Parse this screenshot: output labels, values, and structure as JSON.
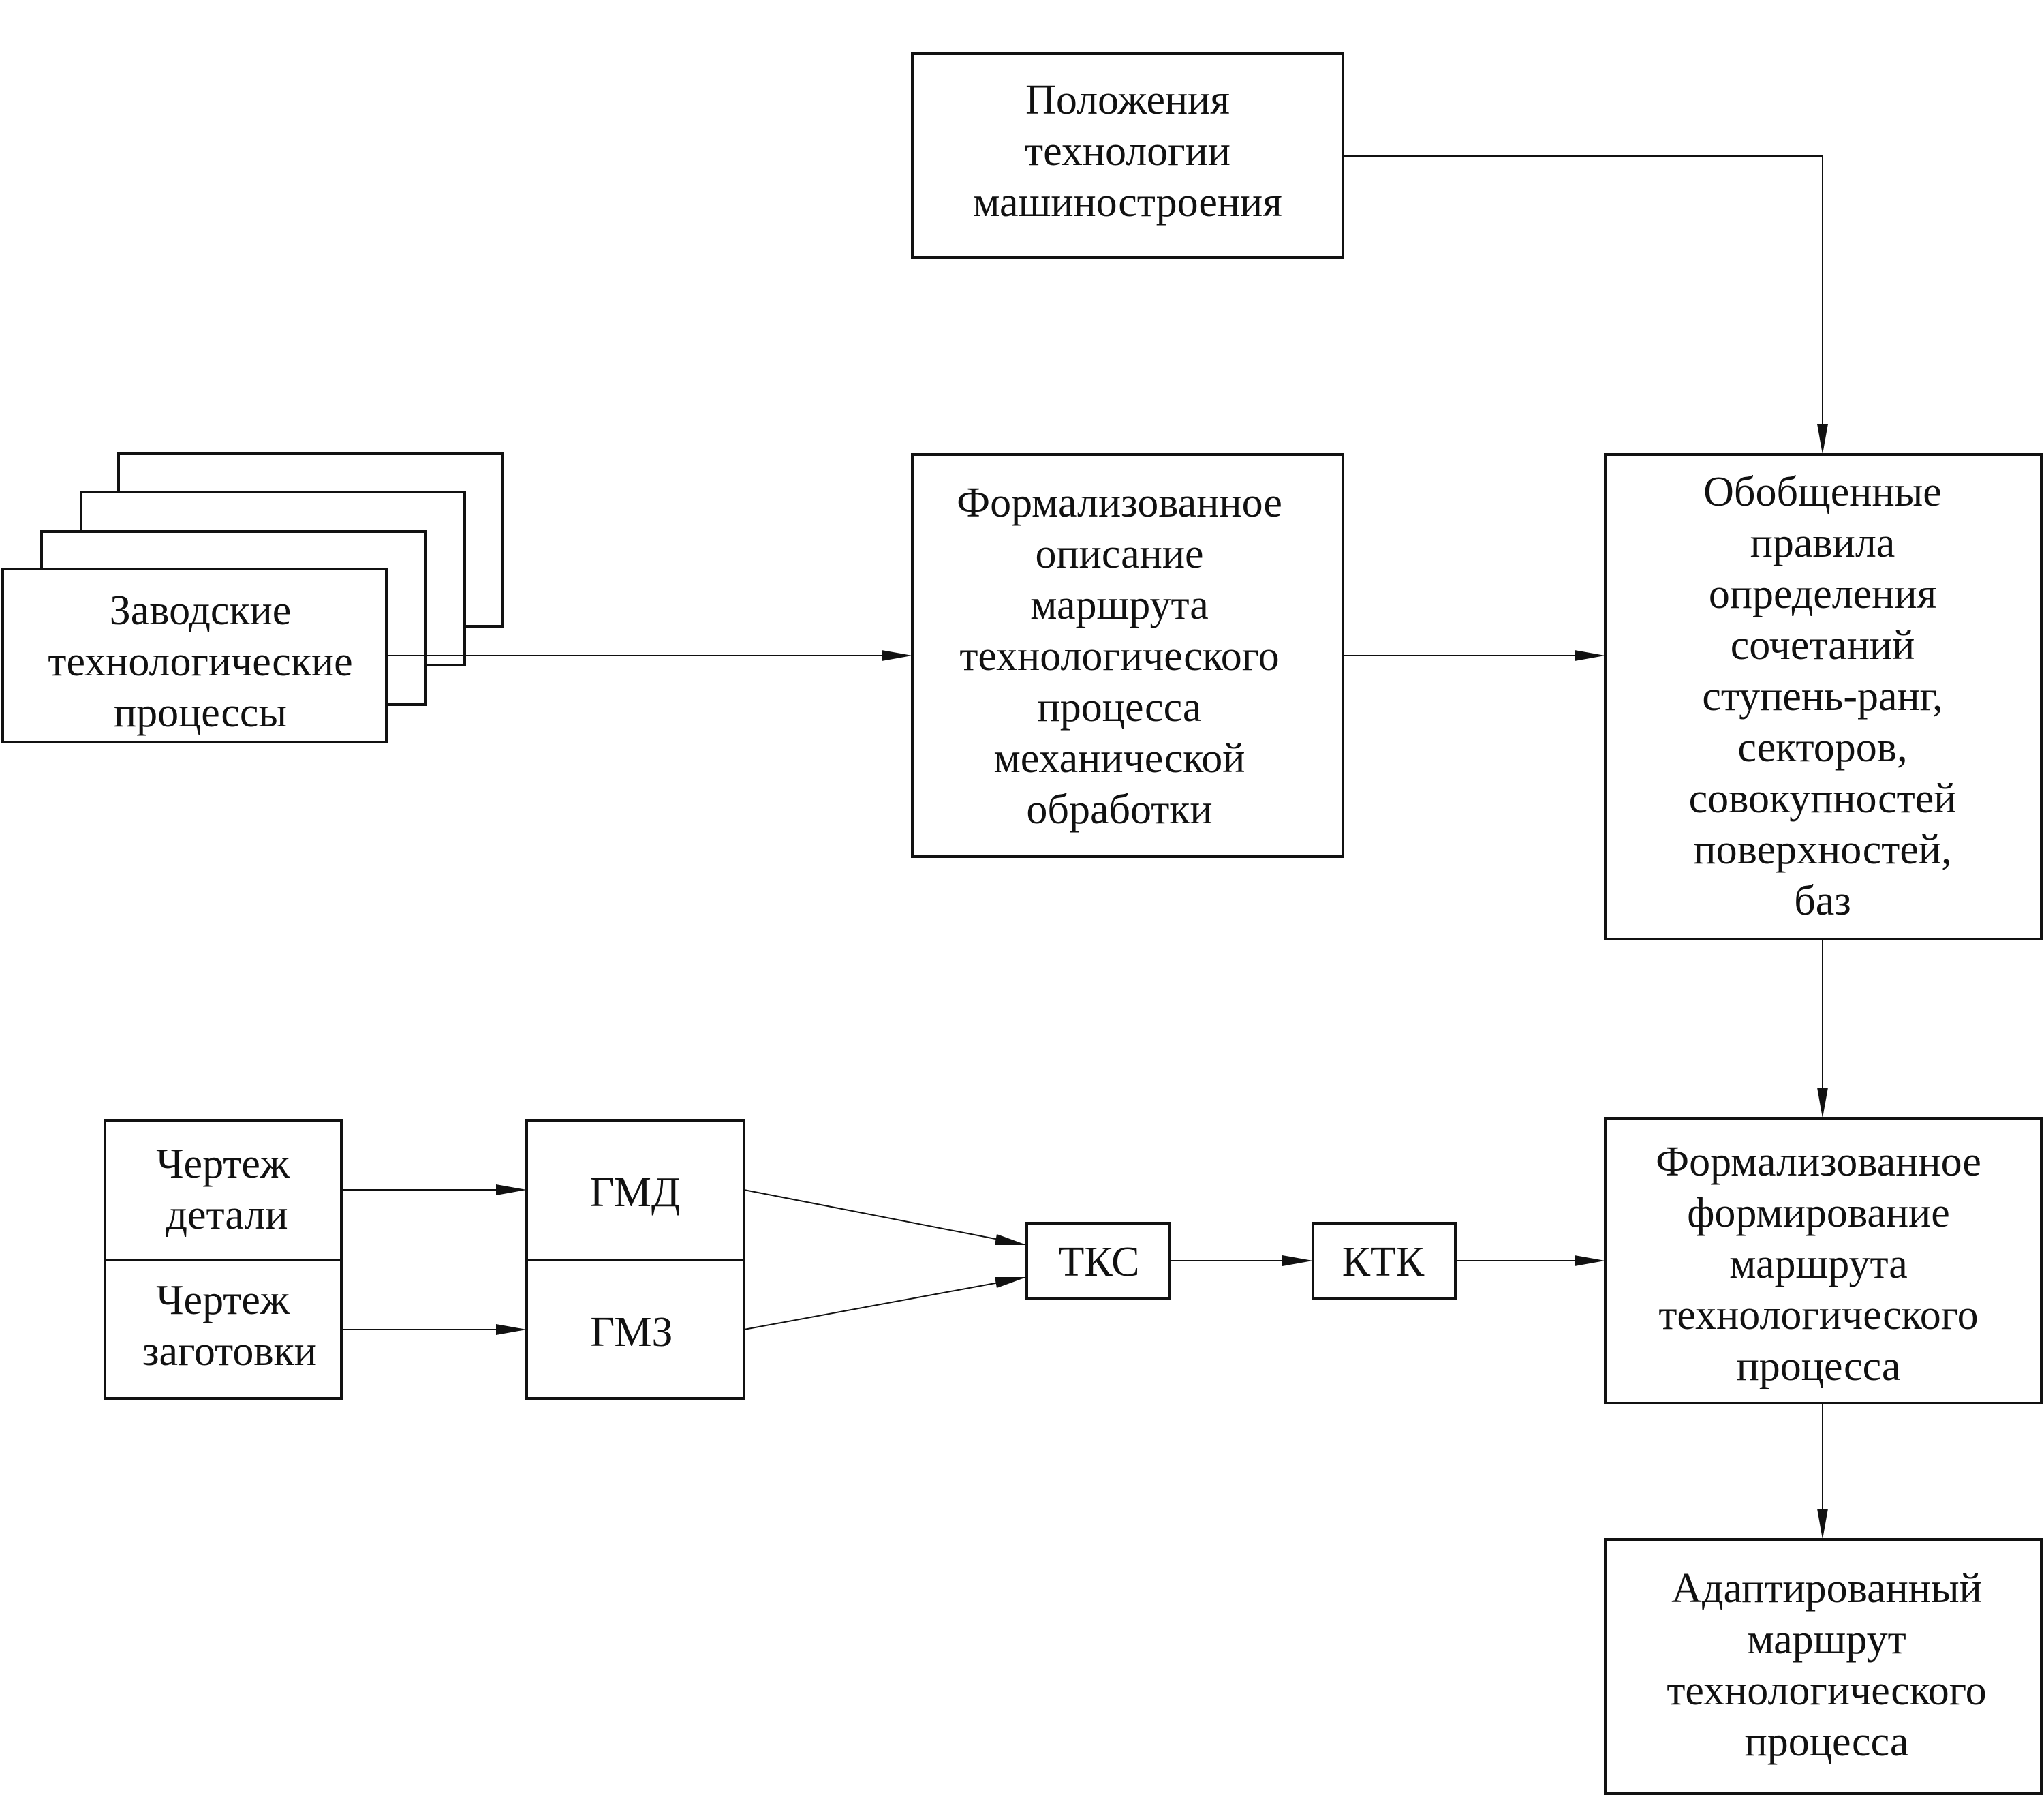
{
  "diagram": {
    "engineering_principles": [
      "Положения",
      "технологии",
      "машиностроения"
    ],
    "plant_processes": [
      "Заводские",
      "технологические",
      "процессы"
    ],
    "formal_description": [
      "Формализованное",
      "описание",
      "маршрута",
      "технологического",
      "процесса",
      "механической",
      "обработки"
    ],
    "generalized_rules": [
      "Обобщенные",
      "правила",
      "определения",
      "сочетаний",
      "ступень-ранг,",
      "секторов,",
      "совокупностей",
      "поверхностей,",
      "баз"
    ],
    "part_drawing": [
      "Чертеж",
      "детали"
    ],
    "blank_drawing": [
      "Чертеж",
      "заготовки"
    ],
    "gmd": "ГМД",
    "gmz": "ГМЗ",
    "tks": "ТКС",
    "ktk": "КТК",
    "formal_formation": [
      "Формализованное",
      "формирование",
      "маршрута",
      "технологического",
      "процесса"
    ],
    "adapted_route": [
      "Адаптированный",
      "маршрут",
      "технологического",
      "процесса"
    ]
  }
}
